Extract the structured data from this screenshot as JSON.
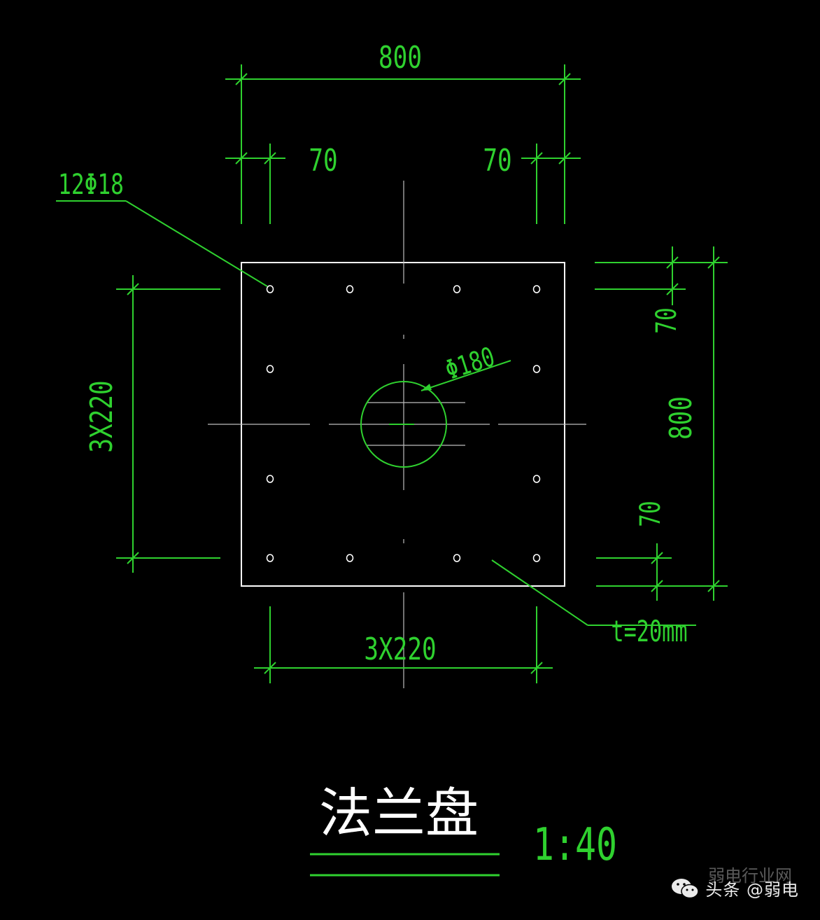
{
  "drawing": {
    "title": "法兰盘",
    "scale": "1:40",
    "dimensions": {
      "top_overall": "800",
      "top_left_edge": "70",
      "top_right_edge": "70",
      "bottom_spacing": "3X220",
      "left_spacing": "3X220",
      "right_overall": "800",
      "right_top_edge": "70",
      "right_bottom_edge": "70"
    },
    "labels": {
      "bolt_holes": "12Φ18",
      "pipe_diameter": "Φ180",
      "thickness": "t=20mm"
    }
  },
  "watermark": {
    "text": "头条 @弱电",
    "faint_text": "弱电行业网",
    "icon": "wechat-icon"
  },
  "colors": {
    "background": "#000000",
    "dimension": "#2fd12f",
    "outline": "#ffffff",
    "centerline": "#bdbdbd"
  }
}
